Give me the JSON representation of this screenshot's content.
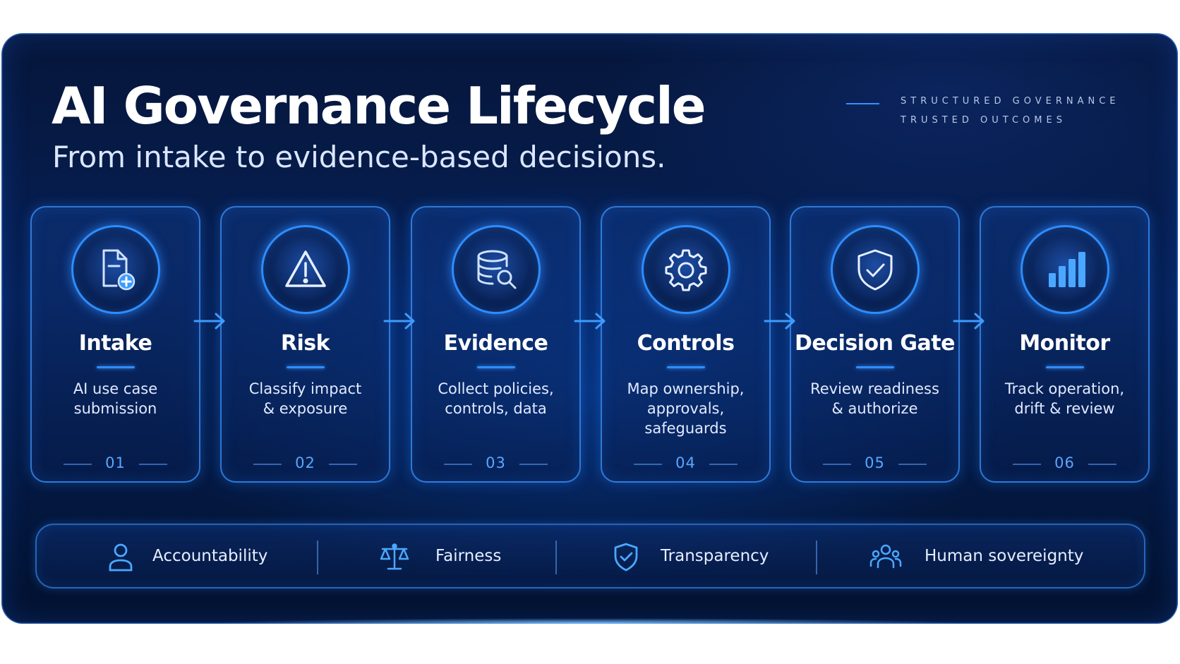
{
  "header": {
    "title": "AI Governance Lifecycle",
    "subtitle": "From intake to evidence-based decisions.",
    "tagline_1": "STRUCTURED GOVERNANCE",
    "tagline_2": "TRUSTED OUTCOMES"
  },
  "stages": [
    {
      "title": "Intake",
      "description": "AI use case\nsubmission",
      "number": "01",
      "icon": "document-add-icon"
    },
    {
      "title": "Risk",
      "description": "Classify impact\n& exposure",
      "number": "02",
      "icon": "warning-icon"
    },
    {
      "title": "Evidence",
      "description": "Collect policies,\ncontrols, data",
      "number": "03",
      "icon": "database-search-icon"
    },
    {
      "title": "Controls",
      "description": "Map ownership,\napprovals,\nsafeguards",
      "number": "04",
      "icon": "gear-icon"
    },
    {
      "title": "Decision Gate",
      "description": "Review readiness\n& authorize",
      "number": "05",
      "icon": "shield-check-icon"
    },
    {
      "title": "Monitor",
      "description": "Track operation,\ndrift & review",
      "number": "06",
      "icon": "bar-chart-icon"
    }
  ],
  "values": [
    {
      "label": "Accountability",
      "icon": "person-icon"
    },
    {
      "label": "Fairness",
      "icon": "scales-icon"
    },
    {
      "label": "Transparency",
      "icon": "shield-check-icon"
    },
    {
      "label": "Human sovereignty",
      "icon": "people-group-icon"
    }
  ],
  "colors": {
    "background": "#062056",
    "accent": "#2e8dff",
    "text": "#ffffff",
    "number": "#5aa6ff"
  }
}
